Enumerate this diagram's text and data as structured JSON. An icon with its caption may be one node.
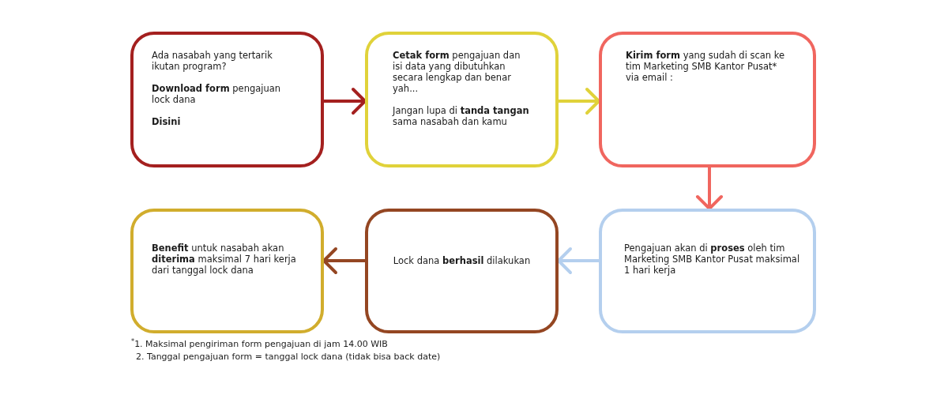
{
  "diagram": {
    "nodes": [
      {
        "text": [
          "Ada nasabah yang tertarik ikutan program?",
          "**Download form** pengajuan lock dana",
          "Disini"
        ]
      },
      {
        "text": [
          "**Cetak form** pengajuan dan isi data yang dibutuhkan secara lengkap dan benar yah...",
          "Jangan lupa di **tanda tangan** sama nasabah dan kamu"
        ]
      },
      {
        "text": [
          "**Kirim form** yang sudah di scan ke tim Marketing SMB Kantor Pusat* via email :"
        ]
      },
      {
        "text": [
          "Pengajuan akan di **proses** oleh tim Marketing SMB Kantor Pusat maksimal 1 hari kerja"
        ]
      },
      {
        "text": [
          "Lock dana **berhasil** dilakukan"
        ]
      },
      {
        "text": [
          "**Benefit** untuk nasabah akan **diterima** maksimal 7 hari kerja dari tanggal lock dana"
        ]
      }
    ],
    "edges": [
      {
        "from": 0,
        "to": 1,
        "arrow": "to",
        "color": "#a4201f"
      },
      {
        "from": 1,
        "to": 2,
        "arrow": "to",
        "color": "#e0d23a"
      },
      {
        "from": 2,
        "to": 3,
        "arrow": "to",
        "color": "#f0665f"
      },
      {
        "from": 3,
        "to": 4,
        "arrow": "to",
        "color": "#b4cfee"
      },
      {
        "from": 4,
        "to": 5,
        "arrow": "to",
        "color": "#944622"
      }
    ],
    "labels": [
      "$^{*}$1. Maksimal pengiriman form pengajuan di jam 14.00 WIB",
      "2. Tanggal pengajuan form = tanggal lock dana (tidak bisa back date)"
    ]
  }
}
